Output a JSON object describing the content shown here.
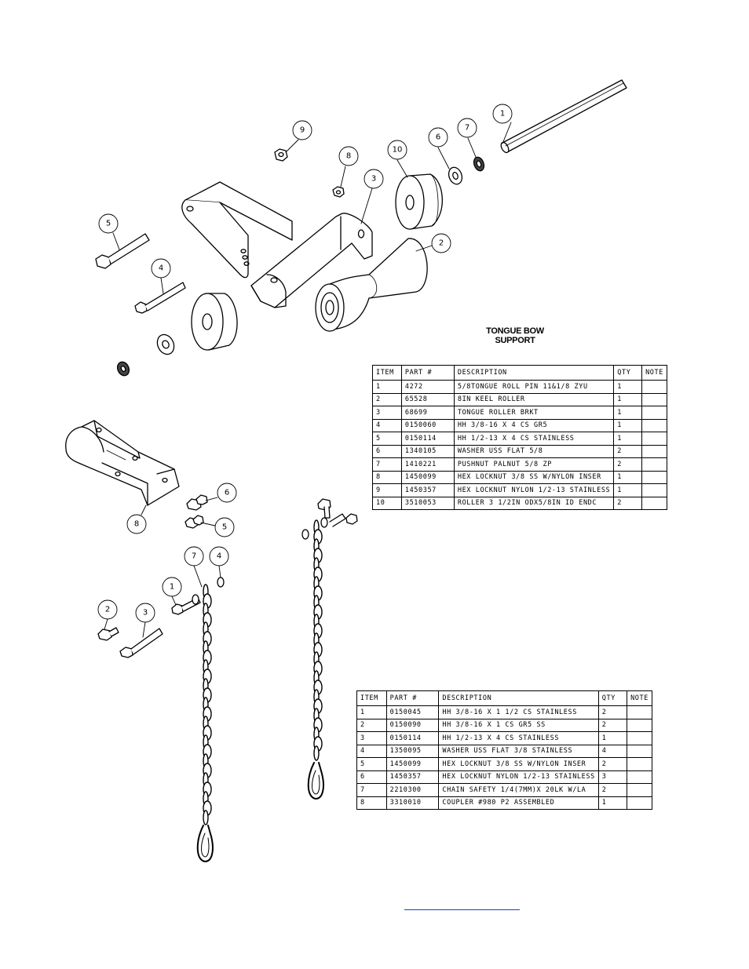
{
  "assembly_title_line1": "TONGUE BOW",
  "assembly_title_line2": "SUPPORT",
  "top_callouts": [
    "1",
    "2",
    "3",
    "4",
    "5",
    "6",
    "7",
    "8",
    "9",
    "10"
  ],
  "bottom_callouts": [
    "1",
    "2",
    "3",
    "4",
    "5",
    "6",
    "7",
    "8"
  ],
  "bom_top": {
    "headers": {
      "item": "ITEM",
      "part": "PART #",
      "desc": "DESCRIPTION",
      "qty": "QTY",
      "note": "NOTE"
    },
    "rows": [
      {
        "item": "1",
        "part": "4272",
        "desc": "5/8TONGUE ROLL PIN 11&1/8 ZYU",
        "qty": "1",
        "note": ""
      },
      {
        "item": "2",
        "part": "65528",
        "desc": "8IN KEEL ROLLER",
        "qty": "1",
        "note": ""
      },
      {
        "item": "3",
        "part": "68699",
        "desc": "TONGUE ROLLER BRKT",
        "qty": "1",
        "note": ""
      },
      {
        "item": "4",
        "part": "0150060",
        "desc": "HH 3/8-16 X 4 CS GR5",
        "qty": "1",
        "note": ""
      },
      {
        "item": "5",
        "part": "0150114",
        "desc": "HH 1/2-13 X 4 CS STAINLESS",
        "qty": "1",
        "note": ""
      },
      {
        "item": "6",
        "part": "1340105",
        "desc": "WASHER USS FLAT 5/8",
        "qty": "2",
        "note": ""
      },
      {
        "item": "7",
        "part": "1410221",
        "desc": "PUSHNUT PALNUT 5/8 ZP",
        "qty": "2",
        "note": ""
      },
      {
        "item": "8",
        "part": "1450099",
        "desc": "HEX LOCKNUT 3/8 SS W/NYLON INSER",
        "qty": "1",
        "note": ""
      },
      {
        "item": "9",
        "part": "1450357",
        "desc": "HEX LOCKNUT NYLON 1/2-13 STAINLESS",
        "qty": "1",
        "note": ""
      },
      {
        "item": "10",
        "part": "3510053",
        "desc": "ROLLER  3 1/2IN ODX5/8IN ID ENDC",
        "qty": "2",
        "note": ""
      }
    ]
  },
  "bom_bottom": {
    "headers": {
      "item": "ITEM",
      "part": "PART #",
      "desc": "DESCRIPTION",
      "qty": "QTY",
      "note": "NOTE"
    },
    "rows": [
      {
        "item": "1",
        "part": "0150045",
        "desc": "HH 3/8-16 X 1 1/2 CS STAINLESS",
        "qty": "2",
        "note": ""
      },
      {
        "item": "2",
        "part": "0150090",
        "desc": "HH 3/8-16 X 1 CS GR5 SS",
        "qty": "2",
        "note": ""
      },
      {
        "item": "3",
        "part": "0150114",
        "desc": "HH 1/2-13 X 4 CS STAINLESS",
        "qty": "1",
        "note": ""
      },
      {
        "item": "4",
        "part": "1350095",
        "desc": "WASHER USS FLAT 3/8 STAINLESS",
        "qty": "4",
        "note": ""
      },
      {
        "item": "5",
        "part": "1450099",
        "desc": "HEX LOCKNUT 3/8 SS W/NYLON INSER",
        "qty": "2",
        "note": ""
      },
      {
        "item": "6",
        "part": "1450357",
        "desc": "HEX LOCKNUT NYLON 1/2-13 STAINLESS",
        "qty": "3",
        "note": ""
      },
      {
        "item": "7",
        "part": "2210300",
        "desc": "CHAIN SAFETY 1/4(7MM)X 20LK W/LA",
        "qty": "2",
        "note": ""
      },
      {
        "item": "8",
        "part": "3310010",
        "desc": "COUPLER #980 P2 ASSEMBLED",
        "qty": "1",
        "note": ""
      }
    ]
  }
}
